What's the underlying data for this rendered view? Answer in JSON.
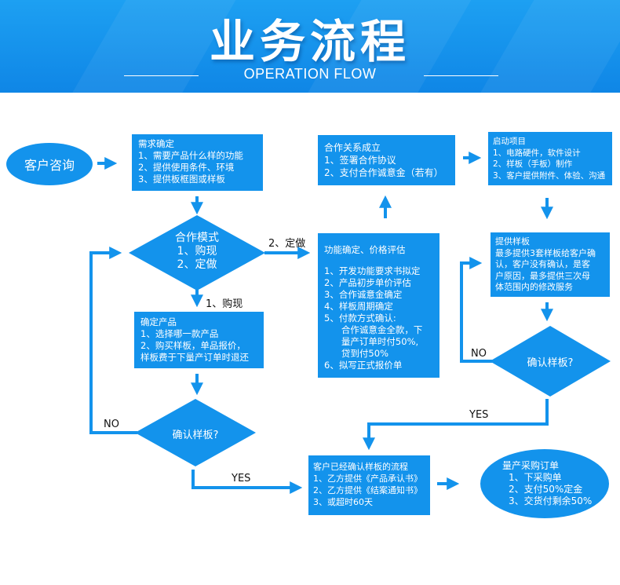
{
  "header": {
    "title": "业务流程",
    "subtitle": "OPERATION FLOW"
  },
  "colors": {
    "primary": "#1393ec",
    "header_bg": "#1a98ef",
    "text_dark": "#111111"
  },
  "nodes": {
    "consult": "客户咨询",
    "requirement": {
      "title": "需求确定",
      "items": [
        "1、需要产品什么样的功能",
        "2、提供使用条件、环境",
        "3、提供板框图或样板"
      ]
    },
    "mode": {
      "title": "合作模式",
      "items": [
        "1、购现",
        "2、定做"
      ]
    },
    "confirm_product": {
      "title": "确定产品",
      "items": [
        "1、选择哪一款产品",
        "2、购买样板，单品报价，",
        "样板费于下量产订单时退还"
      ]
    },
    "confirm_sample_left": "确认样板?",
    "cooperation": {
      "title": "合作关系成立",
      "items": [
        "1、签署合作协议",
        "2、支付合作诚意金（若有）"
      ]
    },
    "function_eval": {
      "title": "功能确定、价格评估",
      "items": [
        "1、开发功能要求书拟定",
        "2、产品初步单价评估",
        "3、合作诚意金确定",
        "4、样板周期确定",
        "5、付款方式确认:",
        "      合作诚意金全款，下",
        "      量产订单时付50%,",
        "      贷到付50%",
        "6、拟写正式报价单"
      ]
    },
    "start_project": {
      "title": "启动项目",
      "items": [
        "1、电路硬件，软件设计",
        "2、样板（手板）制作",
        "3、客户提供附件、体验、沟通"
      ]
    },
    "provide_sample": {
      "title": "提供样板",
      "items": [
        "最多提供3套样板给客户确",
        "认，客户没有确认，是客",
        "户原因，最多提供三次母",
        "体范围内的修改服务"
      ]
    },
    "confirm_sample_right": "确认样板?",
    "sample_confirmed": {
      "title": "客户已经确认样板的流程",
      "items": [
        "1、乙方提供《产品承认书》",
        "2、乙方提供《结案通知书》",
        "3、或超时60天"
      ]
    },
    "mass_order": {
      "title": "量产采购订单",
      "items": [
        "1、下采购单",
        "2、支付50%定金",
        "3、交货付剩余50%"
      ]
    }
  },
  "edge_labels": {
    "buy_now": "1、购现",
    "custom": "2、定做",
    "no_left": "NO",
    "yes_left": "YES",
    "no_right": "NO",
    "yes_right": "YES"
  }
}
